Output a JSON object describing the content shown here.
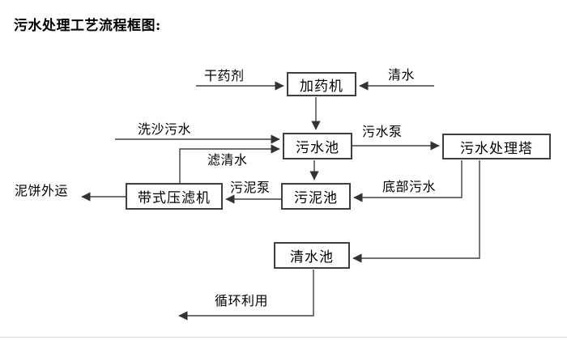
{
  "title": "污水处理工艺流程框图:",
  "nodes": {
    "dosing_machine": {
      "label": "加药机"
    },
    "sewage_pool": {
      "label": "污水池"
    },
    "treatment_tower": {
      "label": "污水处理塔"
    },
    "sludge_pool": {
      "label": "污泥池"
    },
    "belt_filter_press": {
      "label": "带式压滤机"
    },
    "clean_water_pool": {
      "label": "清水池"
    }
  },
  "edges": {
    "dry_agent": {
      "label": "干药剂"
    },
    "clean_water": {
      "label": "清水"
    },
    "sand_washing_sewage": {
      "label": "洗沙污水"
    },
    "filtered_water": {
      "label": "滤清水"
    },
    "sewage_pump": {
      "label": "污水泵"
    },
    "bottom_sewage": {
      "label": "底部污水"
    },
    "sludge_pump": {
      "label": "污泥泵"
    },
    "mud_cake_outbound": {
      "label": "泥饼外运"
    },
    "recycling": {
      "label": "循环利用"
    }
  },
  "colors": {
    "line": "#404040",
    "box_border": "#3f3f3f",
    "text": "#000000",
    "background": "#ffffff"
  }
}
